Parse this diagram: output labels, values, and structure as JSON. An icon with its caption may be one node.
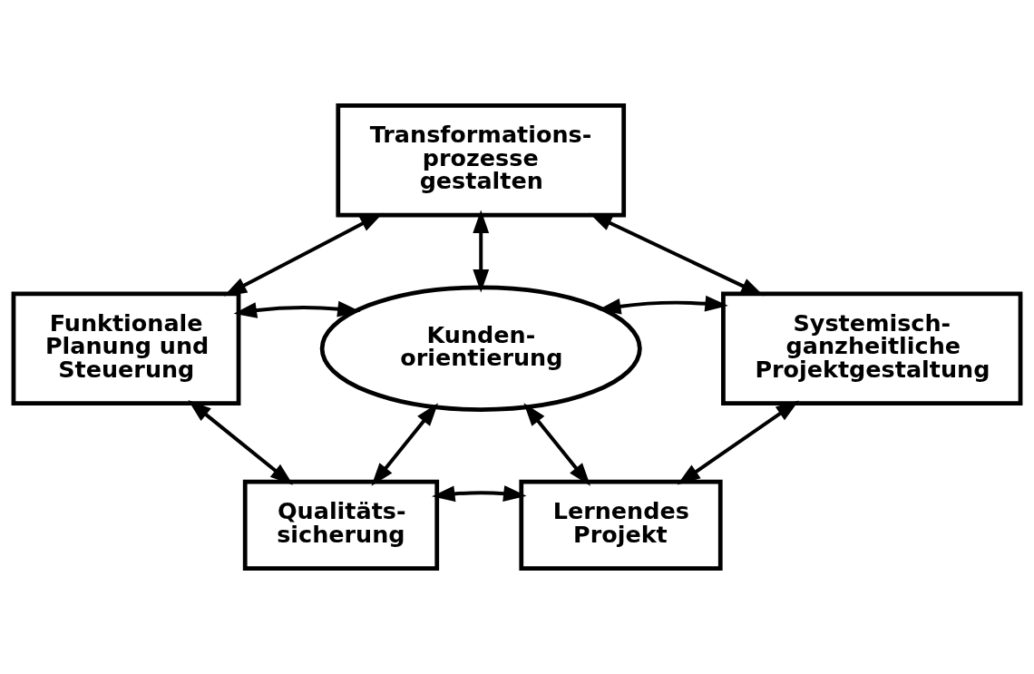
{
  "diagram": {
    "nodes": [
      {
        "text": [
          "Transformations- prozesse gestalten"
        ]
      },
      {
        "text": [
          "Funktionale Planung und Steuerung"
        ]
      },
      {
        "text": [
          "Kunden- orientierung"
        ]
      },
      {
        "text": [
          "Systemisch- ganzheitliche Projektgestaltung"
        ]
      },
      {
        "text": [
          "Qualitäts- sicherung"
        ]
      },
      {
        "text": [
          "Lernendes Projekt"
        ]
      }
    ],
    "edges": [
      {
        "from": 0,
        "to": 1,
        "arrow": "both"
      },
      {
        "from": 0,
        "to": 3,
        "arrow": "both"
      },
      {
        "from": 0,
        "to": 2,
        "arrow": "both"
      },
      {
        "from": 1,
        "to": 2,
        "arrow": "both"
      },
      {
        "from": 3,
        "to": 2,
        "arrow": "both"
      },
      {
        "from": 1,
        "to": 4,
        "arrow": "both"
      },
      {
        "from": 3,
        "to": 5,
        "arrow": "both"
      },
      {
        "from": 2,
        "to": 4,
        "arrow": "both"
      },
      {
        "from": 2,
        "to": 5,
        "arrow": "both"
      },
      {
        "from": 4,
        "to": 5,
        "arrow": "both"
      }
    ]
  }
}
